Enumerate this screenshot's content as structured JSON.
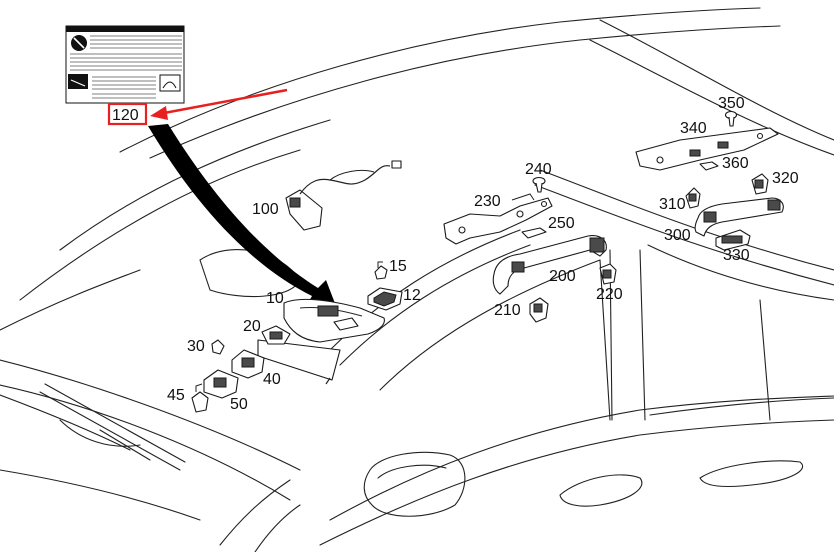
{
  "colors": {
    "highlight": "#e8201f",
    "pointer_arrow": "#000000",
    "line_art": "#222222"
  },
  "icons": {
    "warning_label_sticker": "warning-label-icon"
  },
  "highlighted_part": "120",
  "parts": {
    "p100": "100",
    "p15": "15",
    "p12": "12",
    "p10": "10",
    "p20": "20",
    "p30": "30",
    "p40": "40",
    "p45": "45",
    "p50": "50",
    "p120": "120",
    "p200": "200",
    "p210": "210",
    "p220": "220",
    "p230": "230",
    "p240": "240",
    "p250": "250",
    "p300": "300",
    "p310": "310",
    "p320": "320",
    "p330": "330",
    "p340": "340",
    "p350": "350",
    "p360": "360"
  }
}
